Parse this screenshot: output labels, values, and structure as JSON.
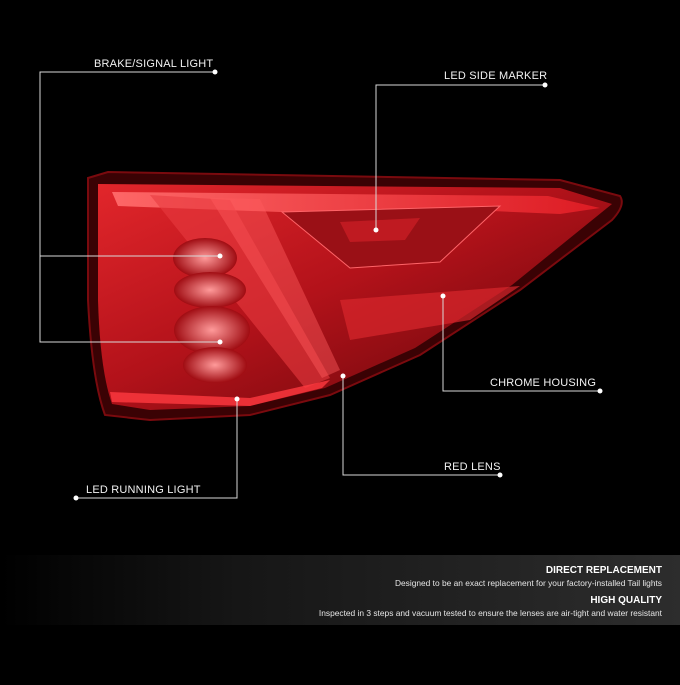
{
  "callouts": {
    "brake_signal": "BRAKE/SIGNAL LIGHT",
    "led_side_marker": "LED SIDE MARKER",
    "chrome_housing": "CHROME HOUSING",
    "red_lens": "RED LENS",
    "led_running": "LED RUNNING LIGHT"
  },
  "features": [
    {
      "title": "DIRECT REPLACEMENT",
      "text": "Designed to be an exact replacement for your factory-installed Tail lights"
    },
    {
      "title": "HIGH QUALITY",
      "text": "Inspected in 3 steps and vacuum tested to ensure the lenses are air-tight and water resistant"
    }
  ],
  "colors": {
    "background": "#000000",
    "lens_red": "#c8141a",
    "line": "#d9d9d9"
  }
}
